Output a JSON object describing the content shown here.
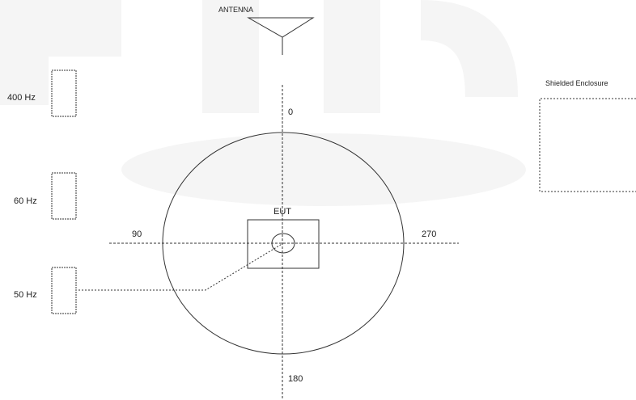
{
  "diagram": {
    "antenna_label": "ANTENNA",
    "enclosure_label": "Shielded Enclosure",
    "eut_label": "EUT",
    "angles": {
      "top": "0",
      "left": "90",
      "right": "270",
      "bottom": "180"
    },
    "sources": [
      {
        "label": "400 Hz"
      },
      {
        "label": "60 Hz"
      },
      {
        "label": "50 Hz"
      }
    ]
  }
}
